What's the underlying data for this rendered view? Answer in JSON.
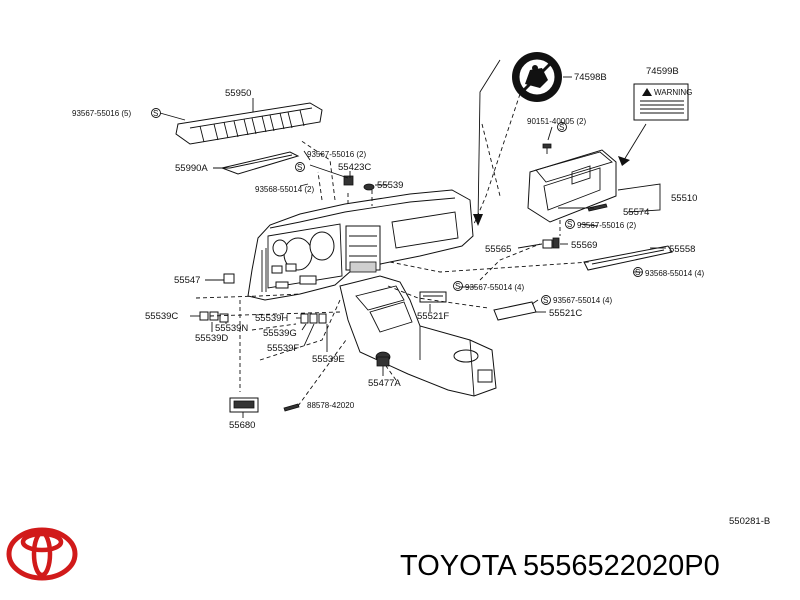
{
  "labels": {
    "p55950": "55950",
    "p93567_55016_5": "93567-55016 (5)",
    "p55990A": "55990A",
    "p93567_55016_2a": "93567-55016 (2)",
    "p55423C": "55423C",
    "p93568_55014_2": "93568-55014 (2)",
    "p55539": "55539",
    "p74598B": "74598B",
    "p74599B": "74599B",
    "p90151_40005_2": "90151-40005 (2)",
    "p55510": "55510",
    "p55574": "55574",
    "p93567_55016_2b": "93567-55016 (2)",
    "p55565": "55565",
    "p55569": "55569",
    "p55558": "55558",
    "p93568_55014_4": "93568-55014 (4)",
    "p55547": "55547",
    "p93567_55014_4a": "93567-55014 (4)",
    "p93567_55014_4b": "93567-55014 (4)",
    "p55521F": "55521F",
    "p55521C": "55521C",
    "p55539C": "55539C",
    "p55539N": "55539N",
    "p55539D": "55539D",
    "p55539H": "55539H",
    "p55539G": "55539G",
    "p55539F": "55539F",
    "p55539E": "55539E",
    "p55477A": "55477A",
    "p88578_42020": "88578-42020",
    "p55680": "55680",
    "diagram_code": "550281-B",
    "warning_title": "WARNING"
  },
  "screw_symbol": "S",
  "brand_line": "TOYOTA 5556522020P0",
  "logo_color": "#d11a1a"
}
